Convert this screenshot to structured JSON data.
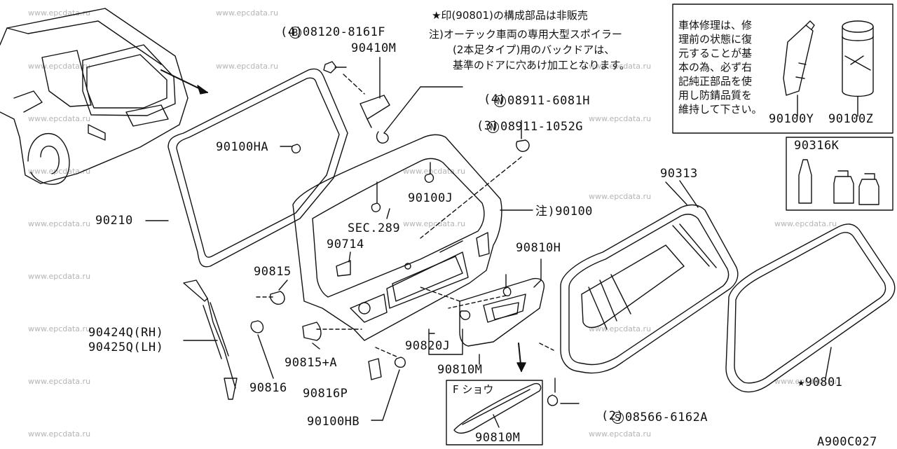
{
  "watermark": "www.epcdata.ru",
  "diagram_id": "A900C027",
  "notes": {
    "star_note": "★印(90801)の構成部品は非販売",
    "note_line1": "注)オーテック車両の専用大型スポイラー",
    "note_line2": "(2本足タイプ)用のバックドアは、",
    "note_line3": "基準のドアに穴あけ加工となります。",
    "box_line1": "車体修理は、修",
    "box_line2": "理前の状態に復",
    "box_line3": "元することが基",
    "box_line4": "本の為、必ず右",
    "box_line5": "記純正部品を使",
    "box_line6": "用し防錆品質を",
    "box_line7": "維持して下さい。"
  },
  "parts": {
    "bolt_b": {
      "prefix": "B",
      "number": "08120-8161F",
      "qty": "(4)"
    },
    "nut_n1": {
      "prefix": "N",
      "number": "08911-6081H",
      "qty": "(4)"
    },
    "nut_n2": {
      "prefix": "N",
      "number": "08911-1052G",
      "qty": "(3)"
    },
    "screw_s": {
      "prefix": "S",
      "number": "08566-6162A",
      "qty": "(2)"
    },
    "p90410m": "90410M",
    "p90100ha": "90100HA",
    "p90100j": "90100J",
    "p90100": "注)90100",
    "p90210": "90210",
    "sec289": "SEC.289",
    "p90714": "90714",
    "p90815": "90815",
    "p90810h": "90810H",
    "p90313": "90313",
    "p90424q": "90424Q(RH)",
    "p90425q": "90425Q(LH)",
    "p90815a": "90815+A",
    "p90820j": "90820J",
    "p90810m": "90810M",
    "p90816": "90816",
    "p90816p": "90816P",
    "p90100hb": "90100HB",
    "p90810m_b": "90810M",
    "p90801": "★90801",
    "p90100y": "90100Y",
    "p90100z": "90100Z",
    "p90316k": "90316K",
    "fshow": "F ショウ"
  }
}
